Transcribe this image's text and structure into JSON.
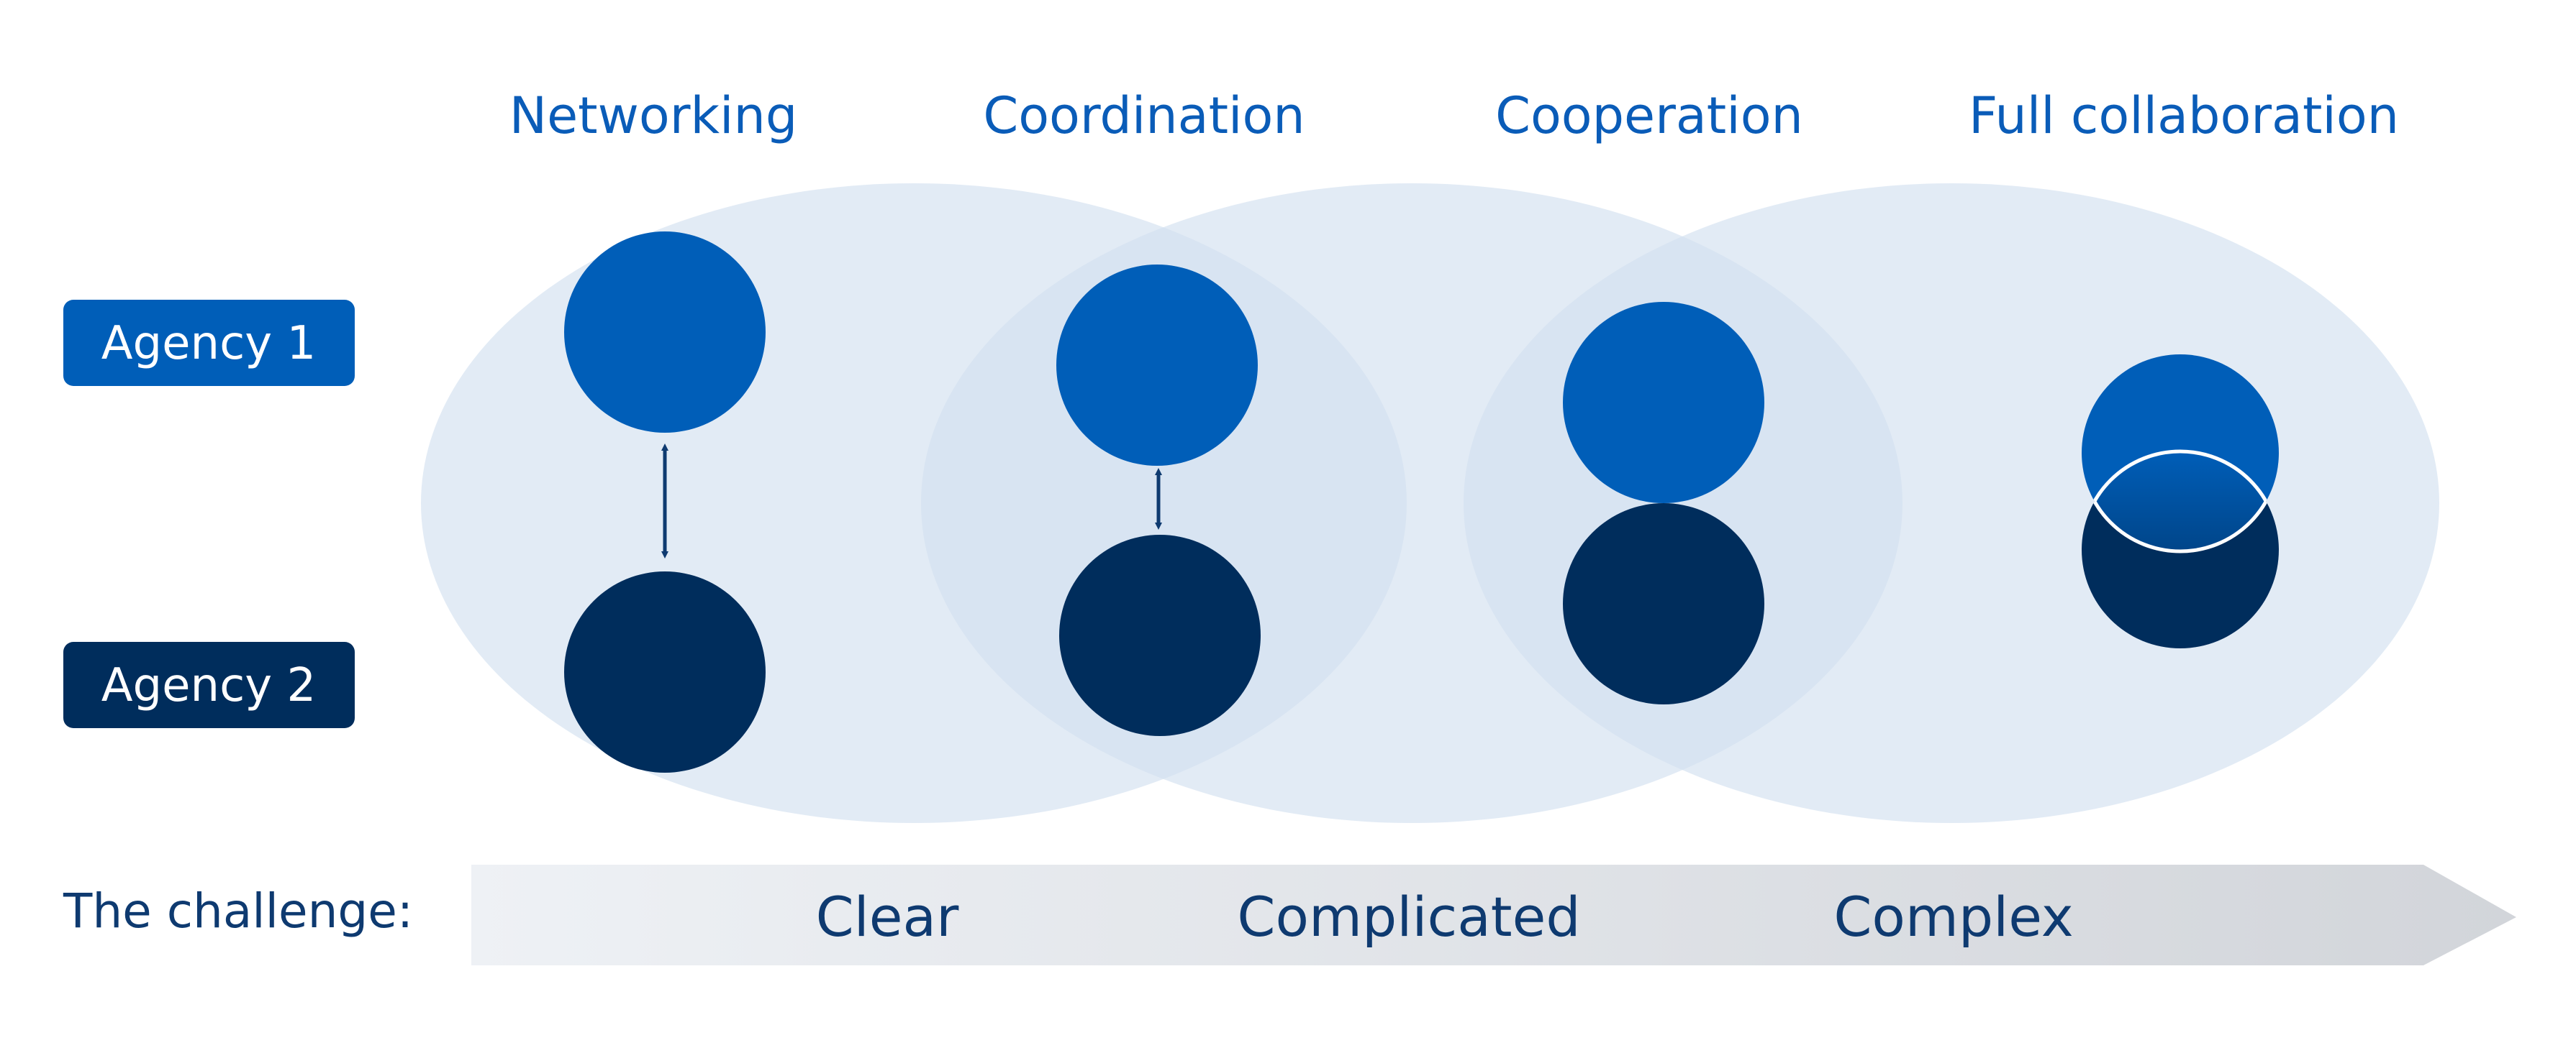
{
  "colors": {
    "heading": "#0a5cb8",
    "agency1": "#005eb8",
    "agency2": "#002d5c",
    "ellipse": "#d3e0ef",
    "arrow": "#0e3a70",
    "challenge_text": "#0e3a70",
    "bar_start": "#eef1f5",
    "bar_end": "#d2d5da"
  },
  "stages": [
    {
      "label": "Networking"
    },
    {
      "label": "Coordination"
    },
    {
      "label": "Cooperation"
    },
    {
      "label": "Full collaboration"
    }
  ],
  "agencies": [
    {
      "label": "Agency 1"
    },
    {
      "label": "Agency 2"
    }
  ],
  "challenge": {
    "title": "The challenge:",
    "levels": [
      "Clear",
      "Complicated",
      "Complex"
    ]
  }
}
